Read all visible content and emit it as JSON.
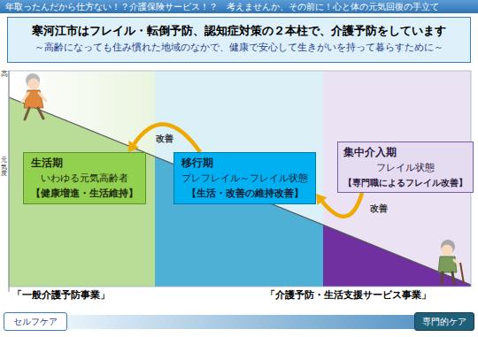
{
  "diagram": {
    "title": "寒河江市はフレイル・転倒予防、認知症対策の２本柱で、介護予防をしています",
    "nodes": [
      {
        "text": [
          "生活期",
          "いわゆる元気高齢者",
          "【健康増進・生活維持】"
        ]
      },
      {
        "text": [
          "移行期",
          "プレフレイル～フレイル状態",
          "【生活・改善の維持改善】"
        ]
      },
      {
        "text": [
          "集中介入期",
          "フレイル状態",
          "【専門職によるフレイル改善】"
        ]
      },
      {
        "text": [
          "セルフケア"
        ]
      },
      {
        "text": [
          "専門的ケア"
        ]
      }
    ],
    "edges": [
      {
        "from": 1,
        "to": 0,
        "arrow": "to",
        "label": "改善"
      },
      {
        "from": 2,
        "to": 1,
        "arrow": "to",
        "label": "改善"
      }
    ],
    "labels": [
      "年取ったんだから仕方ない！？介護保険サービス！？　考えませんか、その前に！心と体の元気回復の手立て",
      "～高齢になっても住み慣れた地域のなかで、健康で安心して生きがいを持って暮らすために～",
      "高",
      "元気度",
      "「一般介護予防事業」",
      "「介護予防・生活支援サービス事業」"
    ]
  }
}
